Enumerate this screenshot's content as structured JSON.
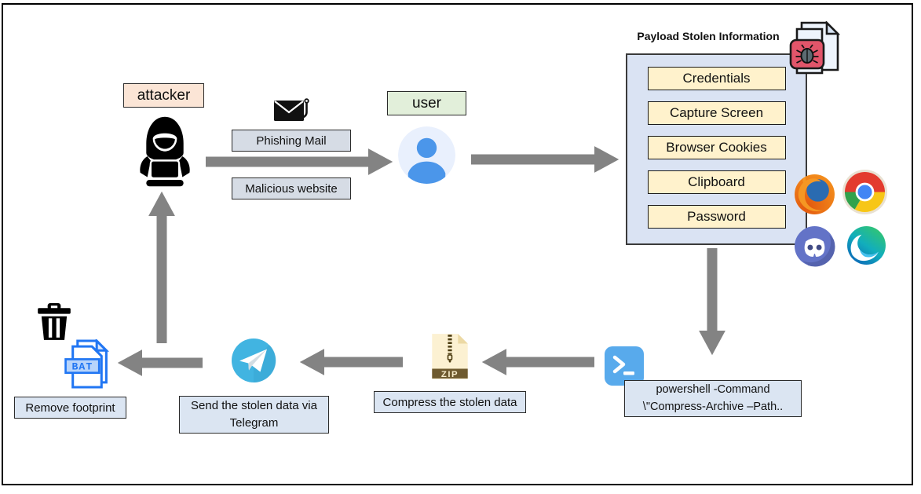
{
  "diagram": {
    "attacker": {
      "label": "attacker"
    },
    "user": {
      "label": "user"
    },
    "delivery": {
      "phishing_mail": "Phishing Mail",
      "malicious_website": "Malicious website"
    },
    "payload": {
      "title": "Payload Stolen Information",
      "items": [
        "Credentials",
        "Capture Screen",
        "Browser Cookies",
        "Clipboard",
        "Password"
      ]
    },
    "powershell": {
      "line1": "powershell -Command",
      "line2": "\\\"Compress-Archive –Path.."
    },
    "compress": {
      "label": "Compress the stolen data"
    },
    "exfiltration": {
      "label": "Send the stolen data via Telegram"
    },
    "cleanup": {
      "label": "Remove footprint"
    },
    "file_badges": {
      "zip": "ZIP",
      "bat": "BAT"
    },
    "icons": {
      "hacker": "hacker-icon",
      "phishing_mail": "phishing-mail-hook-icon",
      "user_avatar": "user-avatar",
      "malware_file": "malware-file-icon",
      "firefox": "firefox-icon",
      "chrome": "chrome-icon",
      "discord": "discord-icon",
      "edge": "edge-icon",
      "powershell": "powershell-icon",
      "zip_file": "zip-file-icon",
      "telegram": "telegram-icon",
      "trash": "trash-icon",
      "bat_file": "bat-file-icon"
    },
    "colors": {
      "arrow": "#838383",
      "attacker_box": "#fbe5d6",
      "user_box": "#e2efda",
      "delivery_box": "#d6dce5",
      "label_box": "#dbe5f2",
      "payload_panel": "#dae3f3",
      "payload_item": "#fff2cc",
      "powershell_blue": "#58aaec",
      "telegram_blue": "#41b4e1",
      "bat_blue": "#2176f3",
      "zip_band_brown": "#6e5a2e",
      "malware_red": "#e2556a"
    }
  }
}
